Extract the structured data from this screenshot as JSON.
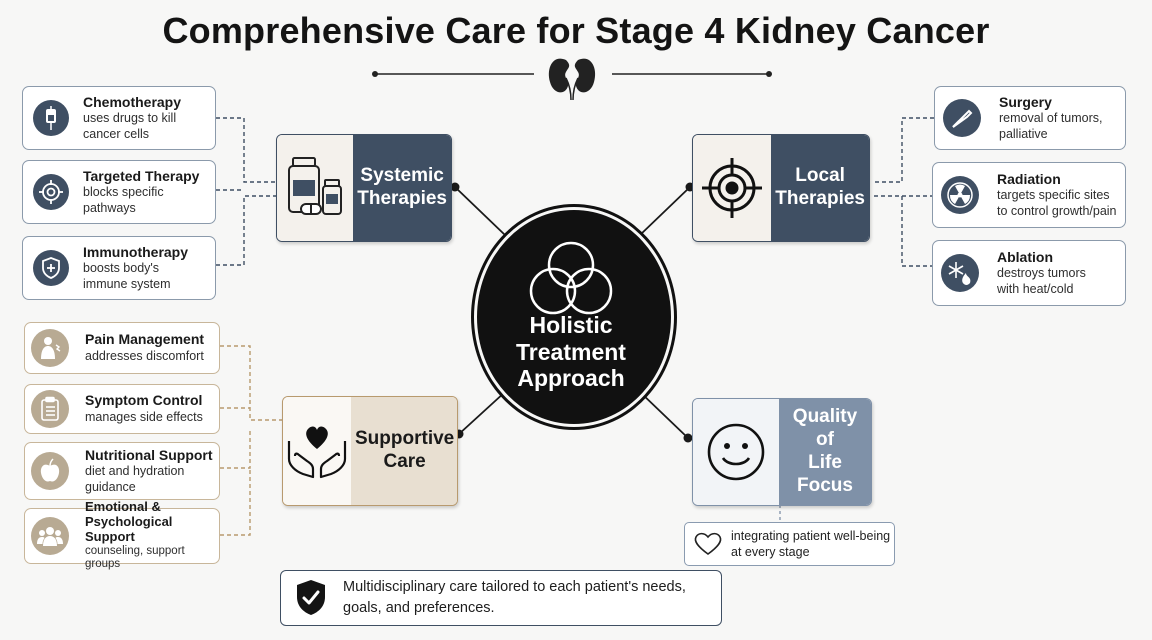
{
  "title": "Comprehensive Care for Stage 4 Kidney Cancer",
  "center": {
    "label_line1": "Holistic",
    "label_line2": "Treatment",
    "label_line3": "Approach"
  },
  "hubs": {
    "systemic": {
      "line1": "Systemic",
      "line2": "Therapies",
      "color": "#3f4f63"
    },
    "local": {
      "line1": "Local",
      "line2": "Therapies",
      "color": "#3f4f63"
    },
    "supportive": {
      "line1": "Supportive",
      "line2": "Care",
      "color": "#e8dfd1"
    },
    "quality": {
      "line1": "Quality of",
      "line2": "Life Focus",
      "color": "#7f91a8"
    }
  },
  "systemic_items": [
    {
      "name": "Chemotherapy",
      "desc1": "uses drugs to kill",
      "desc2": "cancer cells",
      "icon": "iv-bag-icon"
    },
    {
      "name": "Targeted Therapy",
      "desc1": "blocks specific",
      "desc2": "pathways",
      "icon": "crosshair-icon"
    },
    {
      "name": "Immunotherapy",
      "desc1": "boosts body's",
      "desc2": "immune system",
      "icon": "shield-plus-icon"
    }
  ],
  "local_items": [
    {
      "name": "Surgery",
      "desc1": "removal of tumors,",
      "desc2": "palliative",
      "icon": "scalpel-icon"
    },
    {
      "name": "Radiation",
      "desc1": "targets specific sites",
      "desc2": "to control growth/pain",
      "icon": "radiation-icon"
    },
    {
      "name": "Ablation",
      "desc1": "destroys tumors",
      "desc2": "with heat/cold",
      "icon": "snowflake-flame-icon"
    }
  ],
  "supportive_items": [
    {
      "name": "Pain Management",
      "desc1": "addresses discomfort",
      "desc2": "",
      "icon": "person-pain-icon"
    },
    {
      "name": "Symptom Control",
      "desc1": "manages side effects",
      "desc2": "",
      "icon": "clipboard-icon"
    },
    {
      "name": "Nutritional Support",
      "desc1": "diet and hydration",
      "desc2": "guidance",
      "icon": "apple-icon"
    },
    {
      "name": "Emotional &",
      "name2": "Psychological Support",
      "desc1": "counseling, support groups",
      "desc2": "",
      "icon": "group-icon"
    }
  ],
  "quality_note": {
    "line1": "integrating patient well-being",
    "line2": "at every stage"
  },
  "footer": {
    "line1": "Multidisciplinary care tailored to each patient's needs,",
    "line2": "goals, and preferences."
  },
  "colors": {
    "navy": "#3f4f63",
    "beige": "#e8dfd1",
    "slate": "#7f91a8",
    "tan": "#b8aa93"
  }
}
